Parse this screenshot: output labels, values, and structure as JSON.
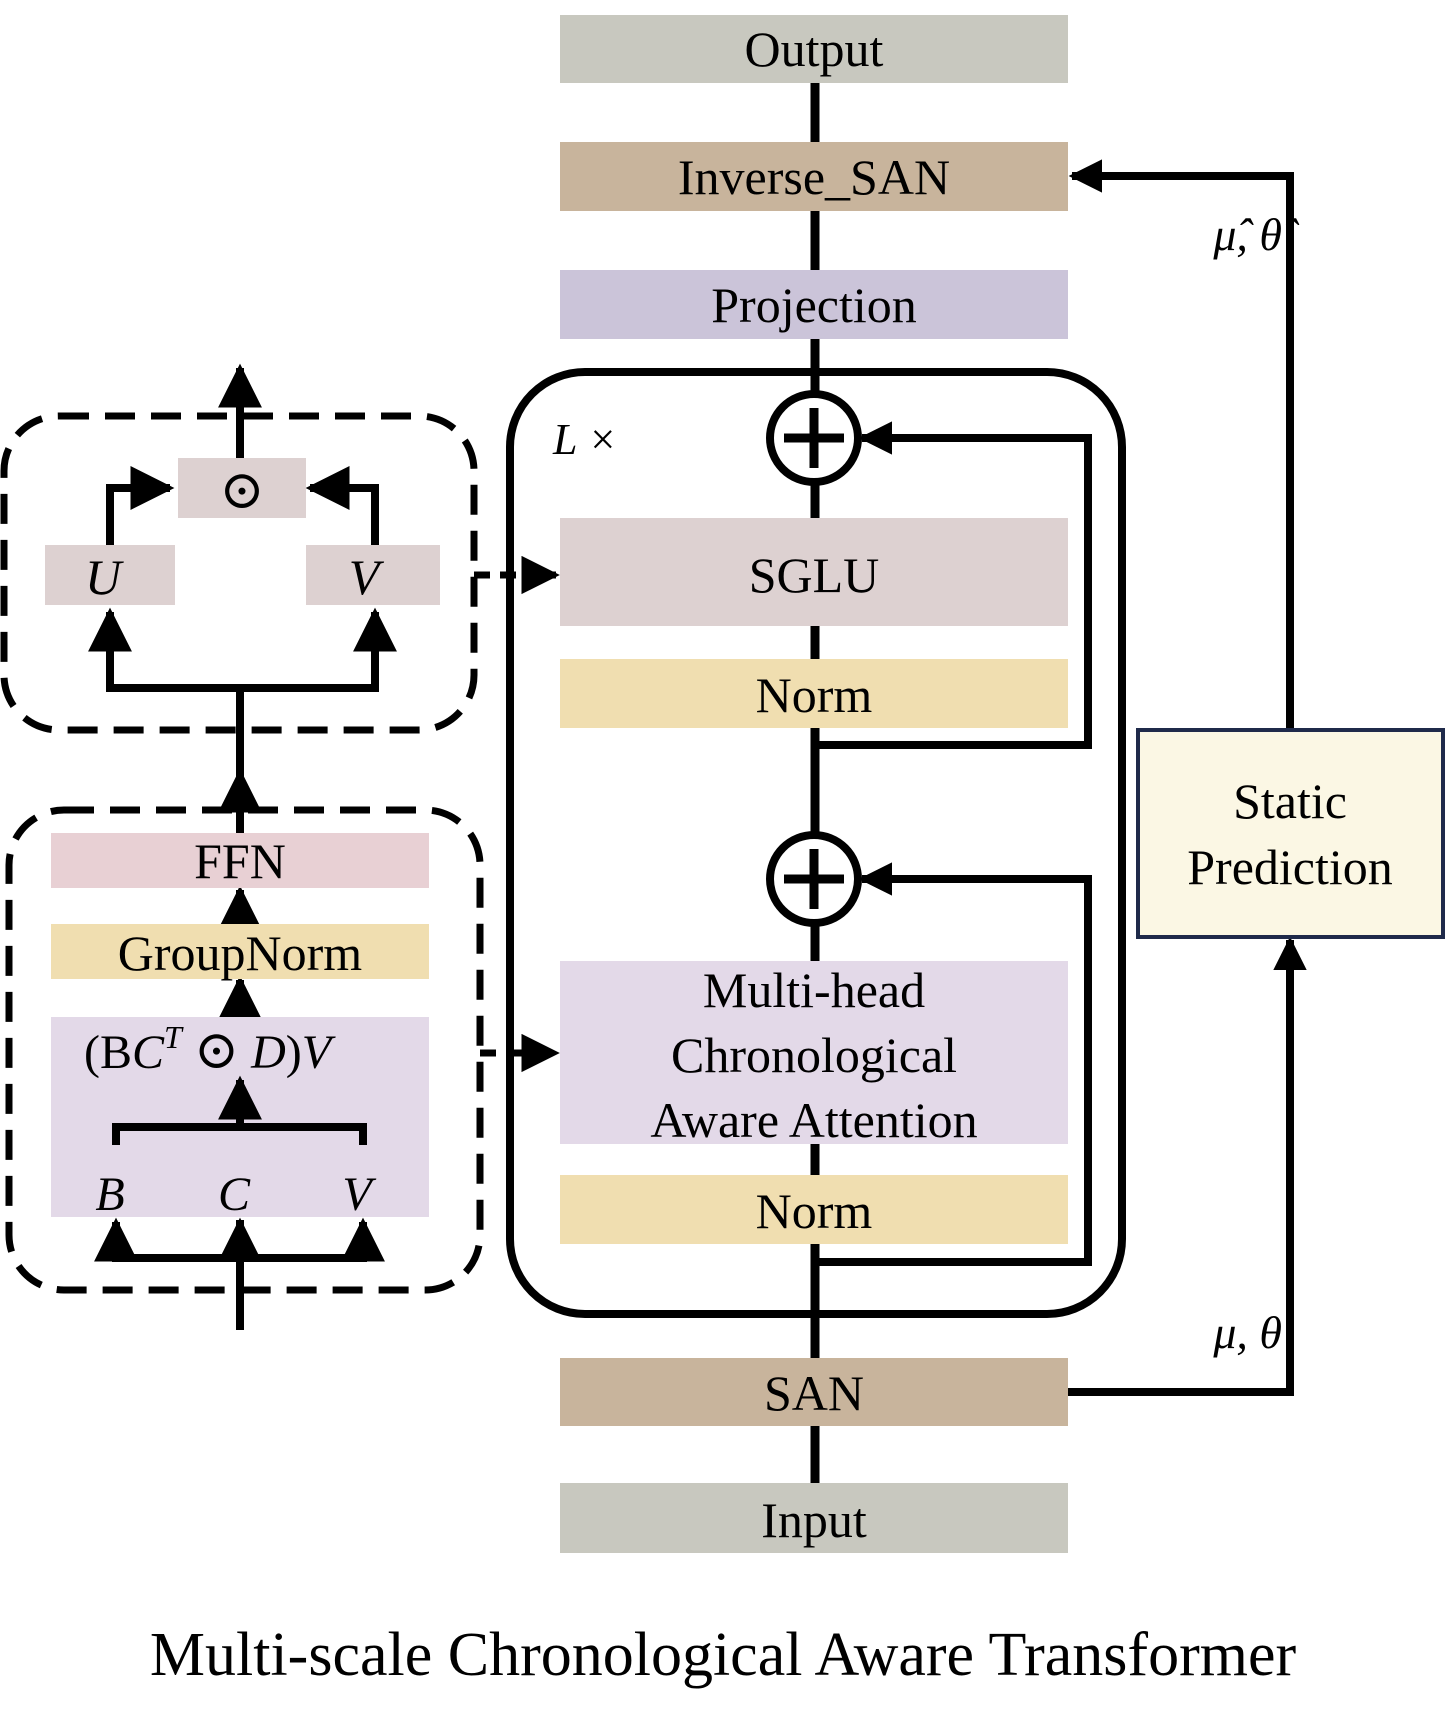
{
  "caption": "Multi-scale Chronological Aware Transformer",
  "colors": {
    "io": "#c8c8bf",
    "san": "#c8b49c",
    "projection": "#cbc4d9",
    "sglu": "#ddd1d1",
    "norm": "#f0deb0",
    "attention": "#e3d9e8",
    "ffn": "#e8d0d4",
    "static": "#fbf7e4",
    "static_border": "#1f2a4a",
    "line": "#000000"
  },
  "main": {
    "output": "Output",
    "inverse_san": "Inverse_SAN",
    "projection": "Projection",
    "repeat_label": "L ×",
    "sglu": "SGLU",
    "norm_top": "Norm",
    "attention_lines": [
      "Multi-head",
      "Chronological",
      "Aware Attention"
    ],
    "norm_bottom": "Norm",
    "san": "SAN",
    "input": "Input",
    "add_symbol": "+"
  },
  "side": {
    "static_lines": [
      "Static",
      "Prediction"
    ],
    "params_hat": "μ̂, θ̂",
    "params": "μ, θ"
  },
  "sglu_detail": {
    "hadamard": "⊙",
    "u": "U",
    "v": "V"
  },
  "attention_detail": {
    "ffn": "FFN",
    "groupnorm": "GroupNorm",
    "formula": {
      "open": "(B",
      "c": "C",
      "t": "T",
      "dot": "⊙",
      "d": "D",
      "close": ")",
      "v": "V"
    },
    "b": "B",
    "c": "C",
    "v": "V"
  }
}
